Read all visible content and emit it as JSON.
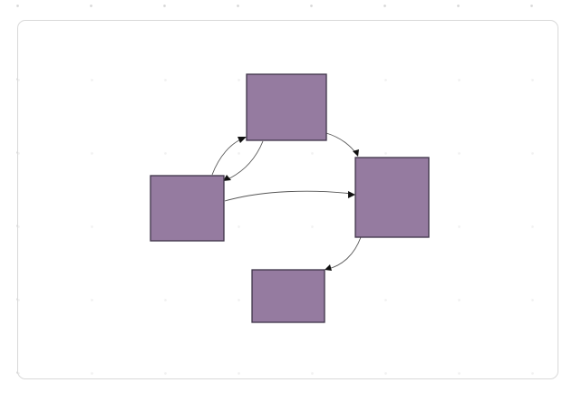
{
  "diagram": {
    "type": "flowchart",
    "node_color": "#957ba0",
    "node_border_color": "#3d3247",
    "edge_color": "#555555",
    "arrowhead_color": "#111111",
    "nodes": [
      {
        "id": "top",
        "label": ""
      },
      {
        "id": "left",
        "label": ""
      },
      {
        "id": "right",
        "label": ""
      },
      {
        "id": "bottom",
        "label": ""
      }
    ],
    "edges": [
      {
        "from": "left",
        "to": "top"
      },
      {
        "from": "top",
        "to": "left"
      },
      {
        "from": "top",
        "to": "right"
      },
      {
        "from": "left",
        "to": "right"
      },
      {
        "from": "right",
        "to": "bottom"
      }
    ]
  }
}
